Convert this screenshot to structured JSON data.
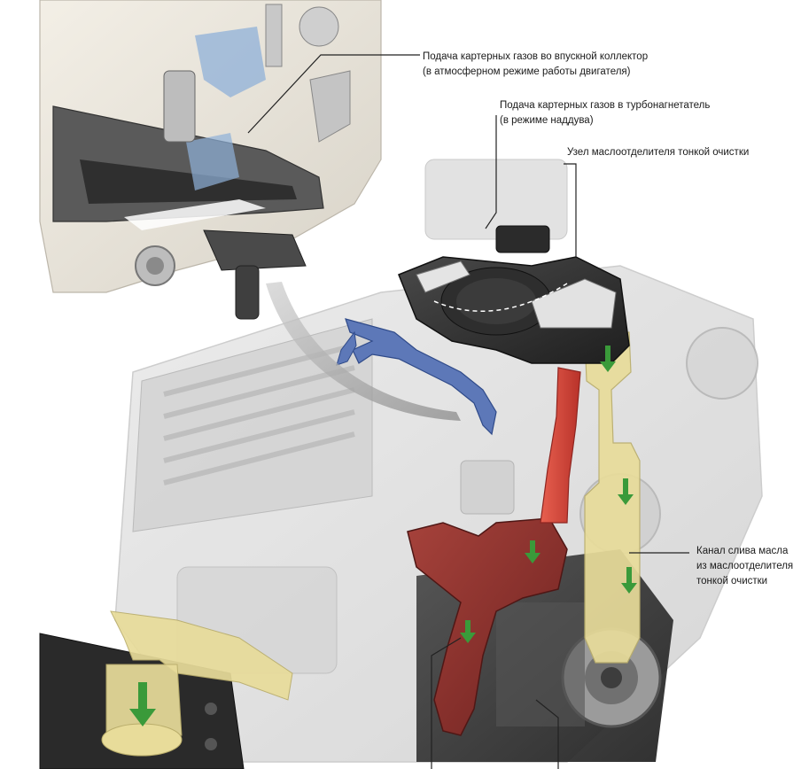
{
  "callouts": {
    "intake_manifold": {
      "line1": "Подача картерных газов во впускной коллектор",
      "line2": "(в атмосферном режиме работы двигателя)"
    },
    "turbocharger": {
      "line1": "Подача картерных газов в турбонагнетатель",
      "line2": "(в режиме наддува)"
    },
    "fine_separator": {
      "line1": "Узел маслоотделителя тонкой очистки"
    },
    "oil_drain_channel": {
      "line1": "Канал слива масла",
      "line2": "из маслоотделителя",
      "line3": "тонкой очистки"
    }
  },
  "colors": {
    "engine_ghost": "#d9d9d9",
    "cutaway_dark": "#3c3c3c",
    "blue_intake": "#5d78b8",
    "red_pipe": "#d9473a",
    "maroon_housing": "#8e2f2c",
    "yellow_channel": "#e8dc9a",
    "green_arrow": "#3a9a3a",
    "leader_line": "#222222"
  }
}
